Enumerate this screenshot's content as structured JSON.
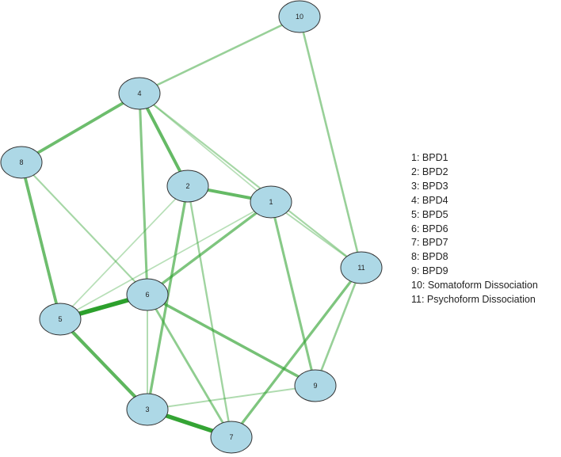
{
  "colors": {
    "node_fill": "#add8e6",
    "node_stroke": "#333333",
    "edge": "#2ca02c",
    "background": "#ffffff"
  },
  "nodes": [
    {
      "id": "1",
      "label": "1"
    },
    {
      "id": "2",
      "label": "2"
    },
    {
      "id": "3",
      "label": "3"
    },
    {
      "id": "4",
      "label": "4"
    },
    {
      "id": "5",
      "label": "5"
    },
    {
      "id": "6",
      "label": "6"
    },
    {
      "id": "7",
      "label": "7"
    },
    {
      "id": "8",
      "label": "8"
    },
    {
      "id": "9",
      "label": "9"
    },
    {
      "id": "10",
      "label": "10"
    },
    {
      "id": "11",
      "label": "11"
    }
  ],
  "edges": [
    {
      "from": "5",
      "to": "6",
      "weight": 1.0
    },
    {
      "from": "3",
      "to": "7",
      "weight": 0.95
    },
    {
      "from": "5",
      "to": "3",
      "weight": 0.7
    },
    {
      "from": "2",
      "to": "4",
      "weight": 0.65
    },
    {
      "from": "1",
      "to": "2",
      "weight": 0.65
    },
    {
      "from": "4",
      "to": "8",
      "weight": 0.6
    },
    {
      "from": "8",
      "to": "5",
      "weight": 0.6
    },
    {
      "from": "6",
      "to": "9",
      "weight": 0.55
    },
    {
      "from": "6",
      "to": "1",
      "weight": 0.5
    },
    {
      "from": "2",
      "to": "3",
      "weight": 0.5
    },
    {
      "from": "11",
      "to": "7",
      "weight": 0.5
    },
    {
      "from": "4",
      "to": "6",
      "weight": 0.45
    },
    {
      "from": "1",
      "to": "9",
      "weight": 0.45
    },
    {
      "from": "6",
      "to": "7",
      "weight": 0.4
    },
    {
      "from": "4",
      "to": "10",
      "weight": 0.35
    },
    {
      "from": "10",
      "to": "11",
      "weight": 0.35
    },
    {
      "from": "11",
      "to": "9",
      "weight": 0.35
    },
    {
      "from": "2",
      "to": "7",
      "weight": 0.3
    },
    {
      "from": "8",
      "to": "6",
      "weight": 0.25
    },
    {
      "from": "4",
      "to": "11",
      "weight": 0.25
    },
    {
      "from": "3",
      "to": "9",
      "weight": 0.2
    },
    {
      "from": "6",
      "to": "3",
      "weight": 0.2
    },
    {
      "from": "5",
      "to": "1",
      "weight": 0.15
    },
    {
      "from": "5",
      "to": "2",
      "weight": 0.15
    },
    {
      "from": "4",
      "to": "1",
      "weight": 0.15
    },
    {
      "from": "1",
      "to": "11",
      "weight": 0.2
    }
  ],
  "legend": [
    "1: BPD1",
    "2: BPD2",
    "3: BPD3",
    "4: BPD4",
    "5: BPD5",
    "6: BPD6",
    "7: BPD7",
    "8: BPD8",
    "9: BPD9",
    "10: Somatoform Dissociation",
    "11: Psychoform Dissociation"
  ]
}
